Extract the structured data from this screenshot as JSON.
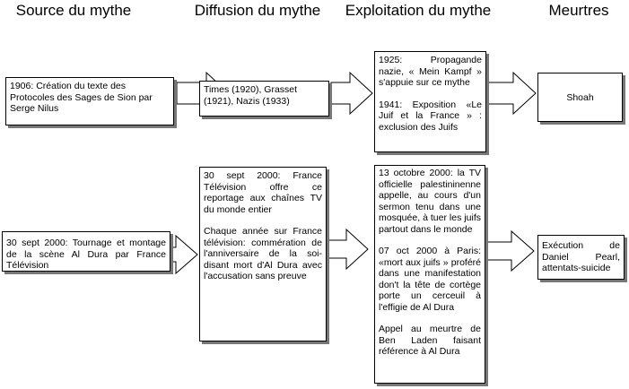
{
  "headers": {
    "source": "Source du mythe",
    "diffusion": "Diffusion du mythe",
    "exploitation": "Exploitation du mythe",
    "meurtres": "Meurtres"
  },
  "row1": {
    "source": [
      "1906: Création du texte des Protocoles des Sages de Sion par Serge Nilus"
    ],
    "diffusion": [
      "Times (1920), Grasset (1921), Nazis (1933)"
    ],
    "exploitation": [
      "1925: Propagande nazie, « Mein Kampf » s'appuie sur ce mythe",
      "1941: Exposition «Le Juif et la France » : exclusion des Juifs"
    ],
    "meurtres": [
      "Shoah"
    ]
  },
  "row2": {
    "source": [
      "30 sept 2000: Tournage et montage de la scène Al Dura par France Télévision"
    ],
    "diffusion": [
      "30 sept 2000: France Télévision offre ce reportage aux chaînes TV du monde entier",
      "Chaque année sur France télévision: commération de l'anniversaire de la soi-disant mort d'Al Dura avec l'accusation sans preuve"
    ],
    "exploitation": [
      "13 octobre 2000: la TV officielle palestininenne appelle, au cours d'un sermon tenu dans une mosquée, à tuer les juifs partout dans le monde",
      "07 oct 2000 à Paris: «mort aux juifs » proféré dans une manifestation don't la tête de cortège porte un cerceuil à l'effigie de Al Dura",
      "Appel au meurtre de Ben Laden faisant référence à Al Dura"
    ],
    "meurtres": [
      "Exécution de Daniel Pearl, attentats-suicide"
    ]
  }
}
